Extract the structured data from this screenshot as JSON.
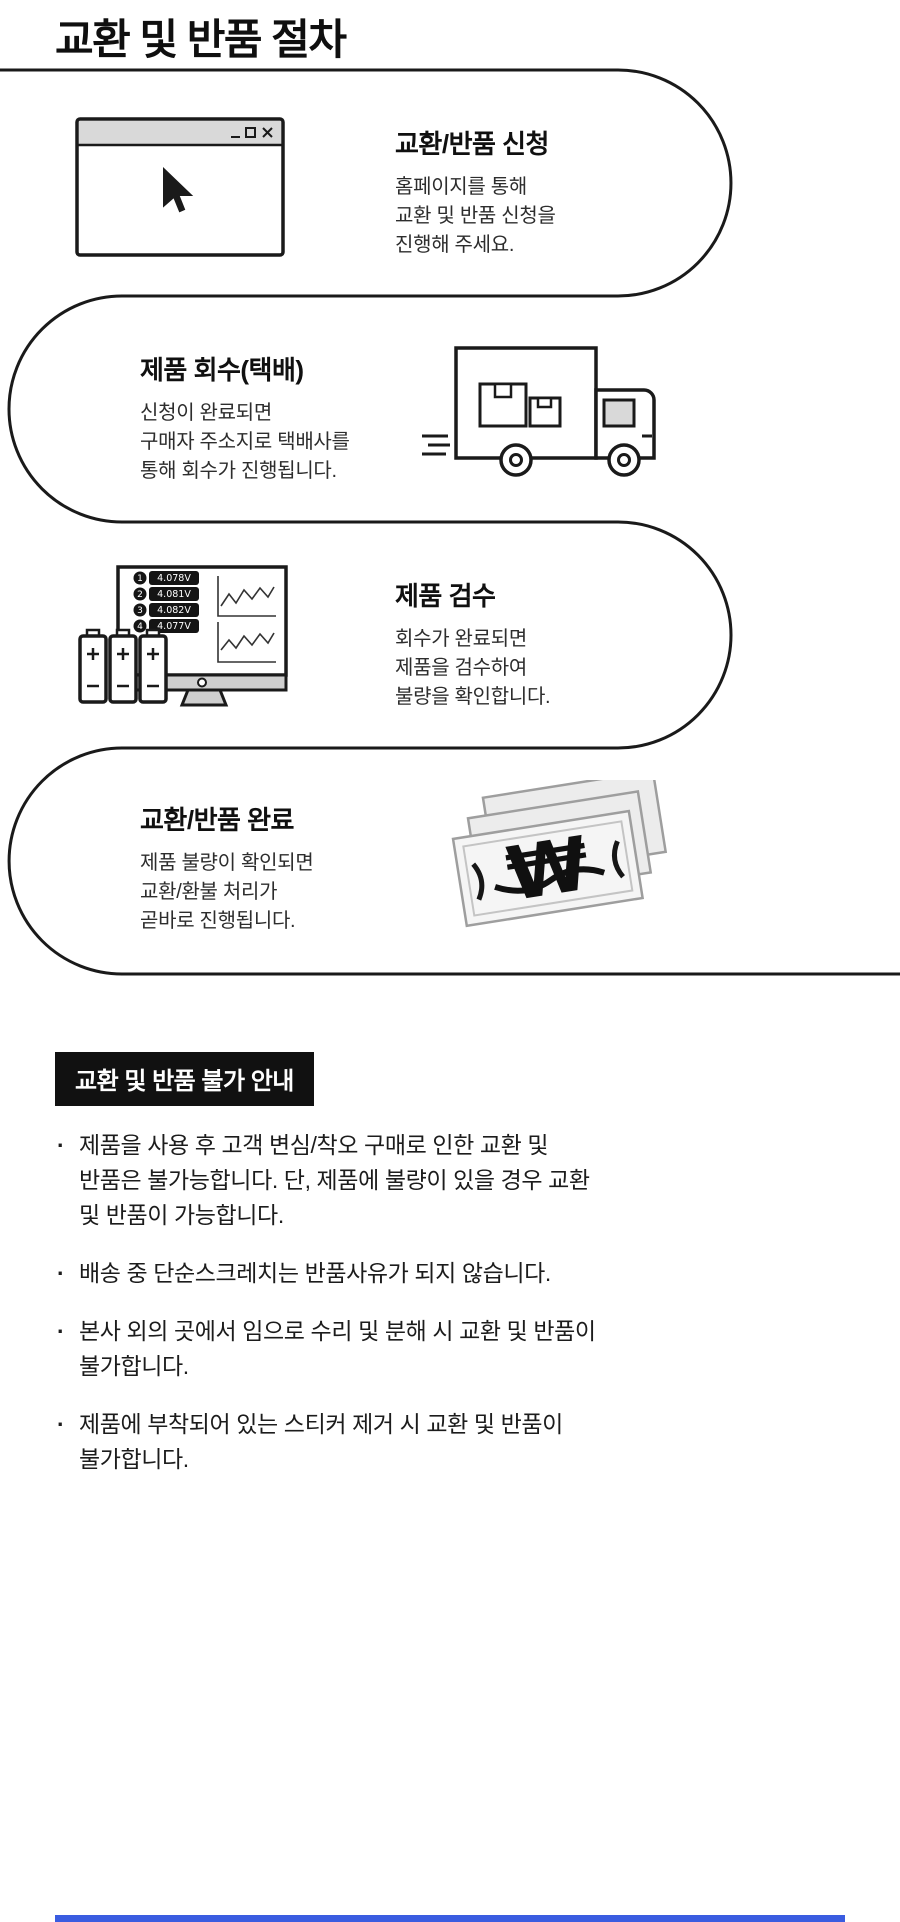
{
  "title": "교환 및 반품 절차",
  "colors": {
    "ink": "#1a1a1a",
    "panel_gray": "#d9d9d9",
    "notice_badge_bg": "#111111",
    "bottom_divider_blue": "#3a5ce0"
  },
  "icons": {
    "step1": "browser-window-icon",
    "step2": "delivery-truck-icon",
    "step3": "battery-test-monitor-icon",
    "step4": "money-refund-icon"
  },
  "steps": [
    {
      "heading": "교환/반품 신청",
      "lines": [
        "홈페이지를 통해",
        "교환 및 반품 신청을",
        "진행해 주세요."
      ]
    },
    {
      "heading": "제품 회수(택배)",
      "lines": [
        "신청이 완료되면",
        "구매자 주소지로 택배사를",
        "통해 회수가 진행됩니다."
      ]
    },
    {
      "heading": "제품 검수",
      "lines": [
        "회수가 완료되면",
        "제품을 검수하여",
        "불량을 확인합니다."
      ]
    },
    {
      "heading": "교환/반품 완료",
      "lines": [
        "제품 불량이 확인되면",
        "교환/환불 처리가",
        "곧바로 진행됩니다."
      ]
    }
  ],
  "monitor": {
    "rows": [
      {
        "num": "1",
        "value": "4.078V"
      },
      {
        "num": "2",
        "value": "4.081V"
      },
      {
        "num": "3",
        "value": "4.082V"
      },
      {
        "num": "4",
        "value": "4.077V"
      }
    ]
  },
  "money": {
    "symbol": "₩"
  },
  "notice": {
    "badge": "교환 및 반품 불가 안내",
    "bullet": "·",
    "items": [
      [
        "제품을 사용 후 고객 변심/착오 구매로 인한 교환 및",
        "반품은 불가능합니다. 단, 제품에 불량이 있을 경우 교환",
        "및 반품이 가능합니다."
      ],
      [
        "배송 중 단순스크레치는 반품사유가 되지 않습니다."
      ],
      [
        "본사 외의 곳에서 임으로 수리 및 분해 시 교환 및 반품이",
        "불가합니다."
      ],
      [
        "제품에 부착되어 있는 스티커 제거 시 교환 및 반품이",
        "불가합니다."
      ]
    ]
  }
}
